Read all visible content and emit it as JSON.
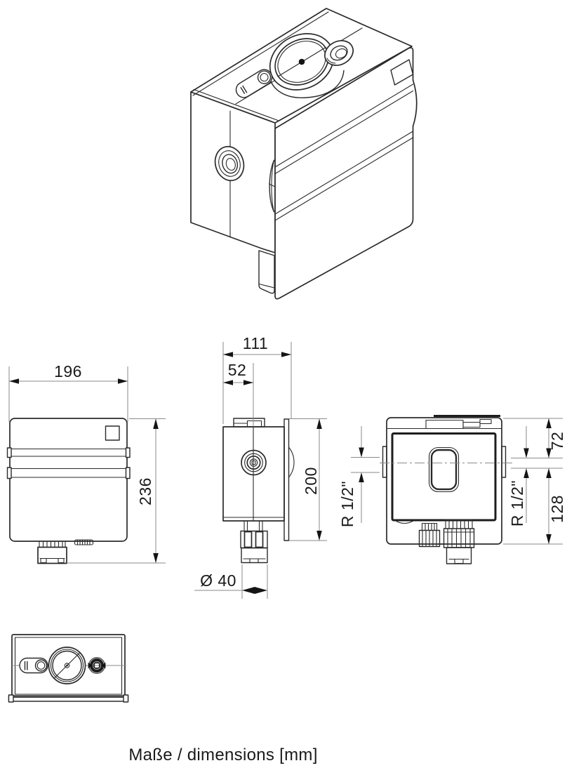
{
  "drawing": {
    "caption": "Maße / dimensions [mm]",
    "views": {
      "isometric": {
        "description": "3D line view of concealed flush valve unit with front access plate"
      },
      "front": {
        "width_mm": "196",
        "height_mm": "236"
      },
      "side": {
        "depth_total_mm": "111",
        "depth_body_mm": "52",
        "height_mm": "200",
        "outlet_diameter": "Ø 40"
      },
      "back": {
        "top_to_axis_mm": "72",
        "axis_to_bottom_mm": "128",
        "thread_left": "R 1/2\"",
        "thread_right": "R 1/2\""
      },
      "top": {
        "description": "top view with valve cap, pill latch and inlet ring"
      }
    },
    "colors": {
      "line": "#2a2a2a",
      "dim_line": "#8a8a8a",
      "background": "#ffffff"
    }
  }
}
